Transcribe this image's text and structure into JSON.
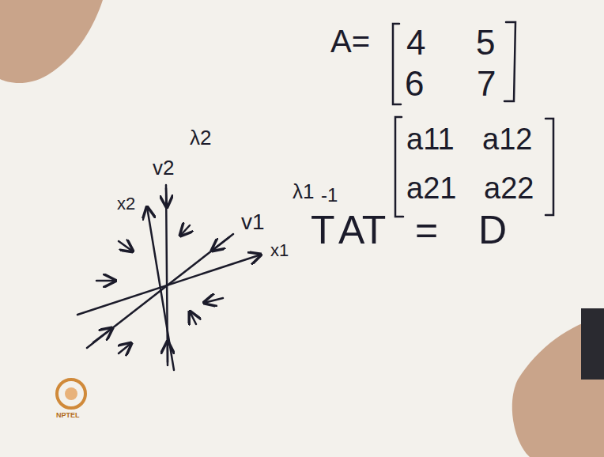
{
  "diagram": {
    "labels": [
      "A=",
      "4",
      "5",
      "6",
      "7",
      "a11",
      "a12",
      "a21",
      "a22",
      "T",
      "-1",
      "AT",
      "=",
      "D",
      "x2",
      "λ2",
      "v2",
      "v1",
      "λ1",
      "x1",
      "NPTEL"
    ]
  }
}
